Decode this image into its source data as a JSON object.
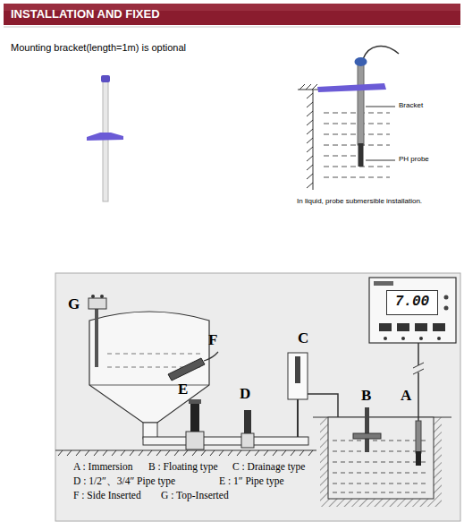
{
  "diagram": {
    "title": "INSTALLATION AND FIXED",
    "nodes": [
      {
        "text": [
          "7.00"
        ]
      }
    ],
    "labels": [
      "Mounting bracket(length=1m) is optional",
      "Bracket",
      "PH probe",
      "In liquid, probe submersible installation.",
      "G",
      "F",
      "C",
      "E",
      "D",
      "B",
      "A",
      "A : Immersion",
      "B : Floating type",
      "C : Drainage type",
      "D : 1/2″、3/4″ Pipe type",
      "E : 1″ Pipe type",
      "F : Side Inserted",
      "G : Top-Inserted"
    ]
  }
}
